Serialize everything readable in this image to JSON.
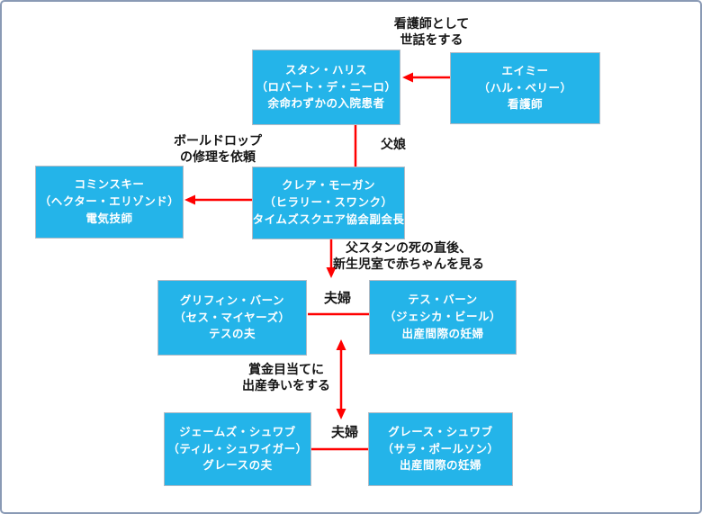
{
  "nodes": {
    "stan": {
      "name": "スタン・ハリス",
      "actor": "（ロバート・デ・ニーロ）",
      "role": "余命わずかの入院患者"
    },
    "amy": {
      "name": "エイミー",
      "actor": "（ハル・ベリー）",
      "role": "看護師"
    },
    "kominsky": {
      "name": "コミンスキー",
      "actor": "（ヘクター・エリゾンド）",
      "role": "電気技師"
    },
    "claire": {
      "name": "クレア・モーガン",
      "actor": "（ヒラリー・スワンク）",
      "role": "タイムズスクエア協会副会長"
    },
    "griffin": {
      "name": "グリフィン・バーン",
      "actor": "（セス・マイヤーズ）",
      "role": "テスの夫"
    },
    "tess": {
      "name": "テス・バーン",
      "actor": "（ジェシカ・ビール）",
      "role": "出産間際の妊婦"
    },
    "james": {
      "name": "ジェームズ・シュワブ",
      "actor": "（ティル・シュワイガー）",
      "role": "グレースの夫"
    },
    "grace": {
      "name": "グレース・シュワブ",
      "actor": "（サラ・ポールソン）",
      "role": "出産間際の妊婦"
    }
  },
  "labels": {
    "nurse_care": {
      "line1": "看護師として",
      "line2": "世話をする"
    },
    "father_daughter": "父娘",
    "ball_drop": {
      "line1": "ボールドロップ",
      "line2": "の修理を依頼"
    },
    "newborn": {
      "line1": "父スタンの死の直後、",
      "line2": "新生児室で赤ちゃんを見る"
    },
    "couple_top": "夫婦",
    "prize": {
      "line1": "賞金目当てに",
      "line2": "出産争いをする"
    },
    "couple_bottom": "夫婦"
  },
  "colors": {
    "node_fill": "#24b4e9",
    "node_border": "#b3bac4",
    "node_text": "#ffffff",
    "arrow": "#ff0000",
    "label_text": "#151515",
    "page_border": "#8a9ab5"
  }
}
